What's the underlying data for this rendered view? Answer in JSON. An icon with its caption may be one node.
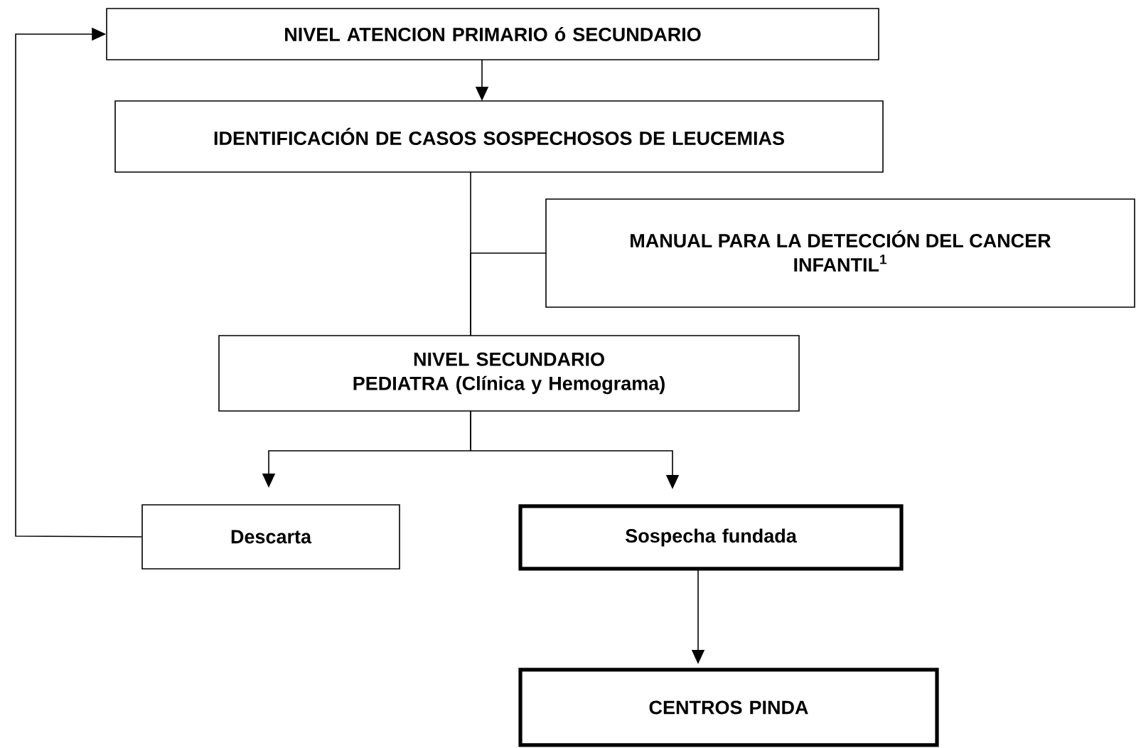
{
  "diagram": {
    "nodes": [
      {
        "text": [
          "NIVEL ATENCION PRIMARIO ó SECUNDARIO"
        ]
      },
      {
        "text": [
          "IDENTIFICACIÓN DE CASOS SOSPECHOSOS DE LEUCEMIAS"
        ]
      },
      {
        "text": [
          "MANUAL PARA LA  DETECCIÓN DEL CANCER INFANTIL$^{1}$"
        ]
      },
      {
        "text": [
          "NIVEL SECUNDARIO",
          "PEDIATRA   (Clínica y Hemograma)"
        ]
      },
      {
        "text": [
          "Descarta"
        ]
      },
      {
        "text": [
          "Sospecha fundada"
        ]
      },
      {
        "text": [
          "CENTROS PINDA"
        ]
      }
    ],
    "edges": [
      {
        "from": 0,
        "to": 1,
        "arrow": "to"
      },
      {
        "from": 1,
        "to": 3,
        "arrow": "none"
      },
      {
        "from": 2,
        "to": 3,
        "arrow": "none"
      },
      {
        "from": 3,
        "to": 4,
        "arrow": "to"
      },
      {
        "from": 3,
        "to": 5,
        "arrow": "to"
      },
      {
        "from": 5,
        "to": 6,
        "arrow": "to"
      },
      {
        "from": 4,
        "to": 0,
        "arrow": "to"
      }
    ]
  }
}
